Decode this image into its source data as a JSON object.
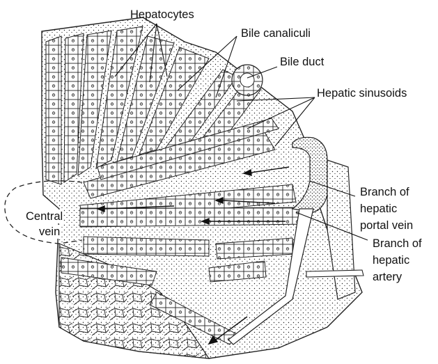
{
  "diagram": {
    "labels": {
      "hepatocytes": "Hepatocytes",
      "bile_canaliculi": "Bile canaliculi",
      "bile_duct": "Bile duct",
      "hepatic_sinusoids": "Hepatic sinusoids",
      "central_vein_line1": "Central",
      "central_vein_line2": "vein",
      "portal_line1": "Branch of",
      "portal_line2": "hepatic",
      "portal_line3": "portal vein",
      "artery_line1": "Branch of",
      "artery_line2": "hepatic",
      "artery_line3": "artery"
    },
    "colors": {
      "ink": "#111111",
      "cell_fill": "#ffffff",
      "background": "#ffffff"
    }
  }
}
